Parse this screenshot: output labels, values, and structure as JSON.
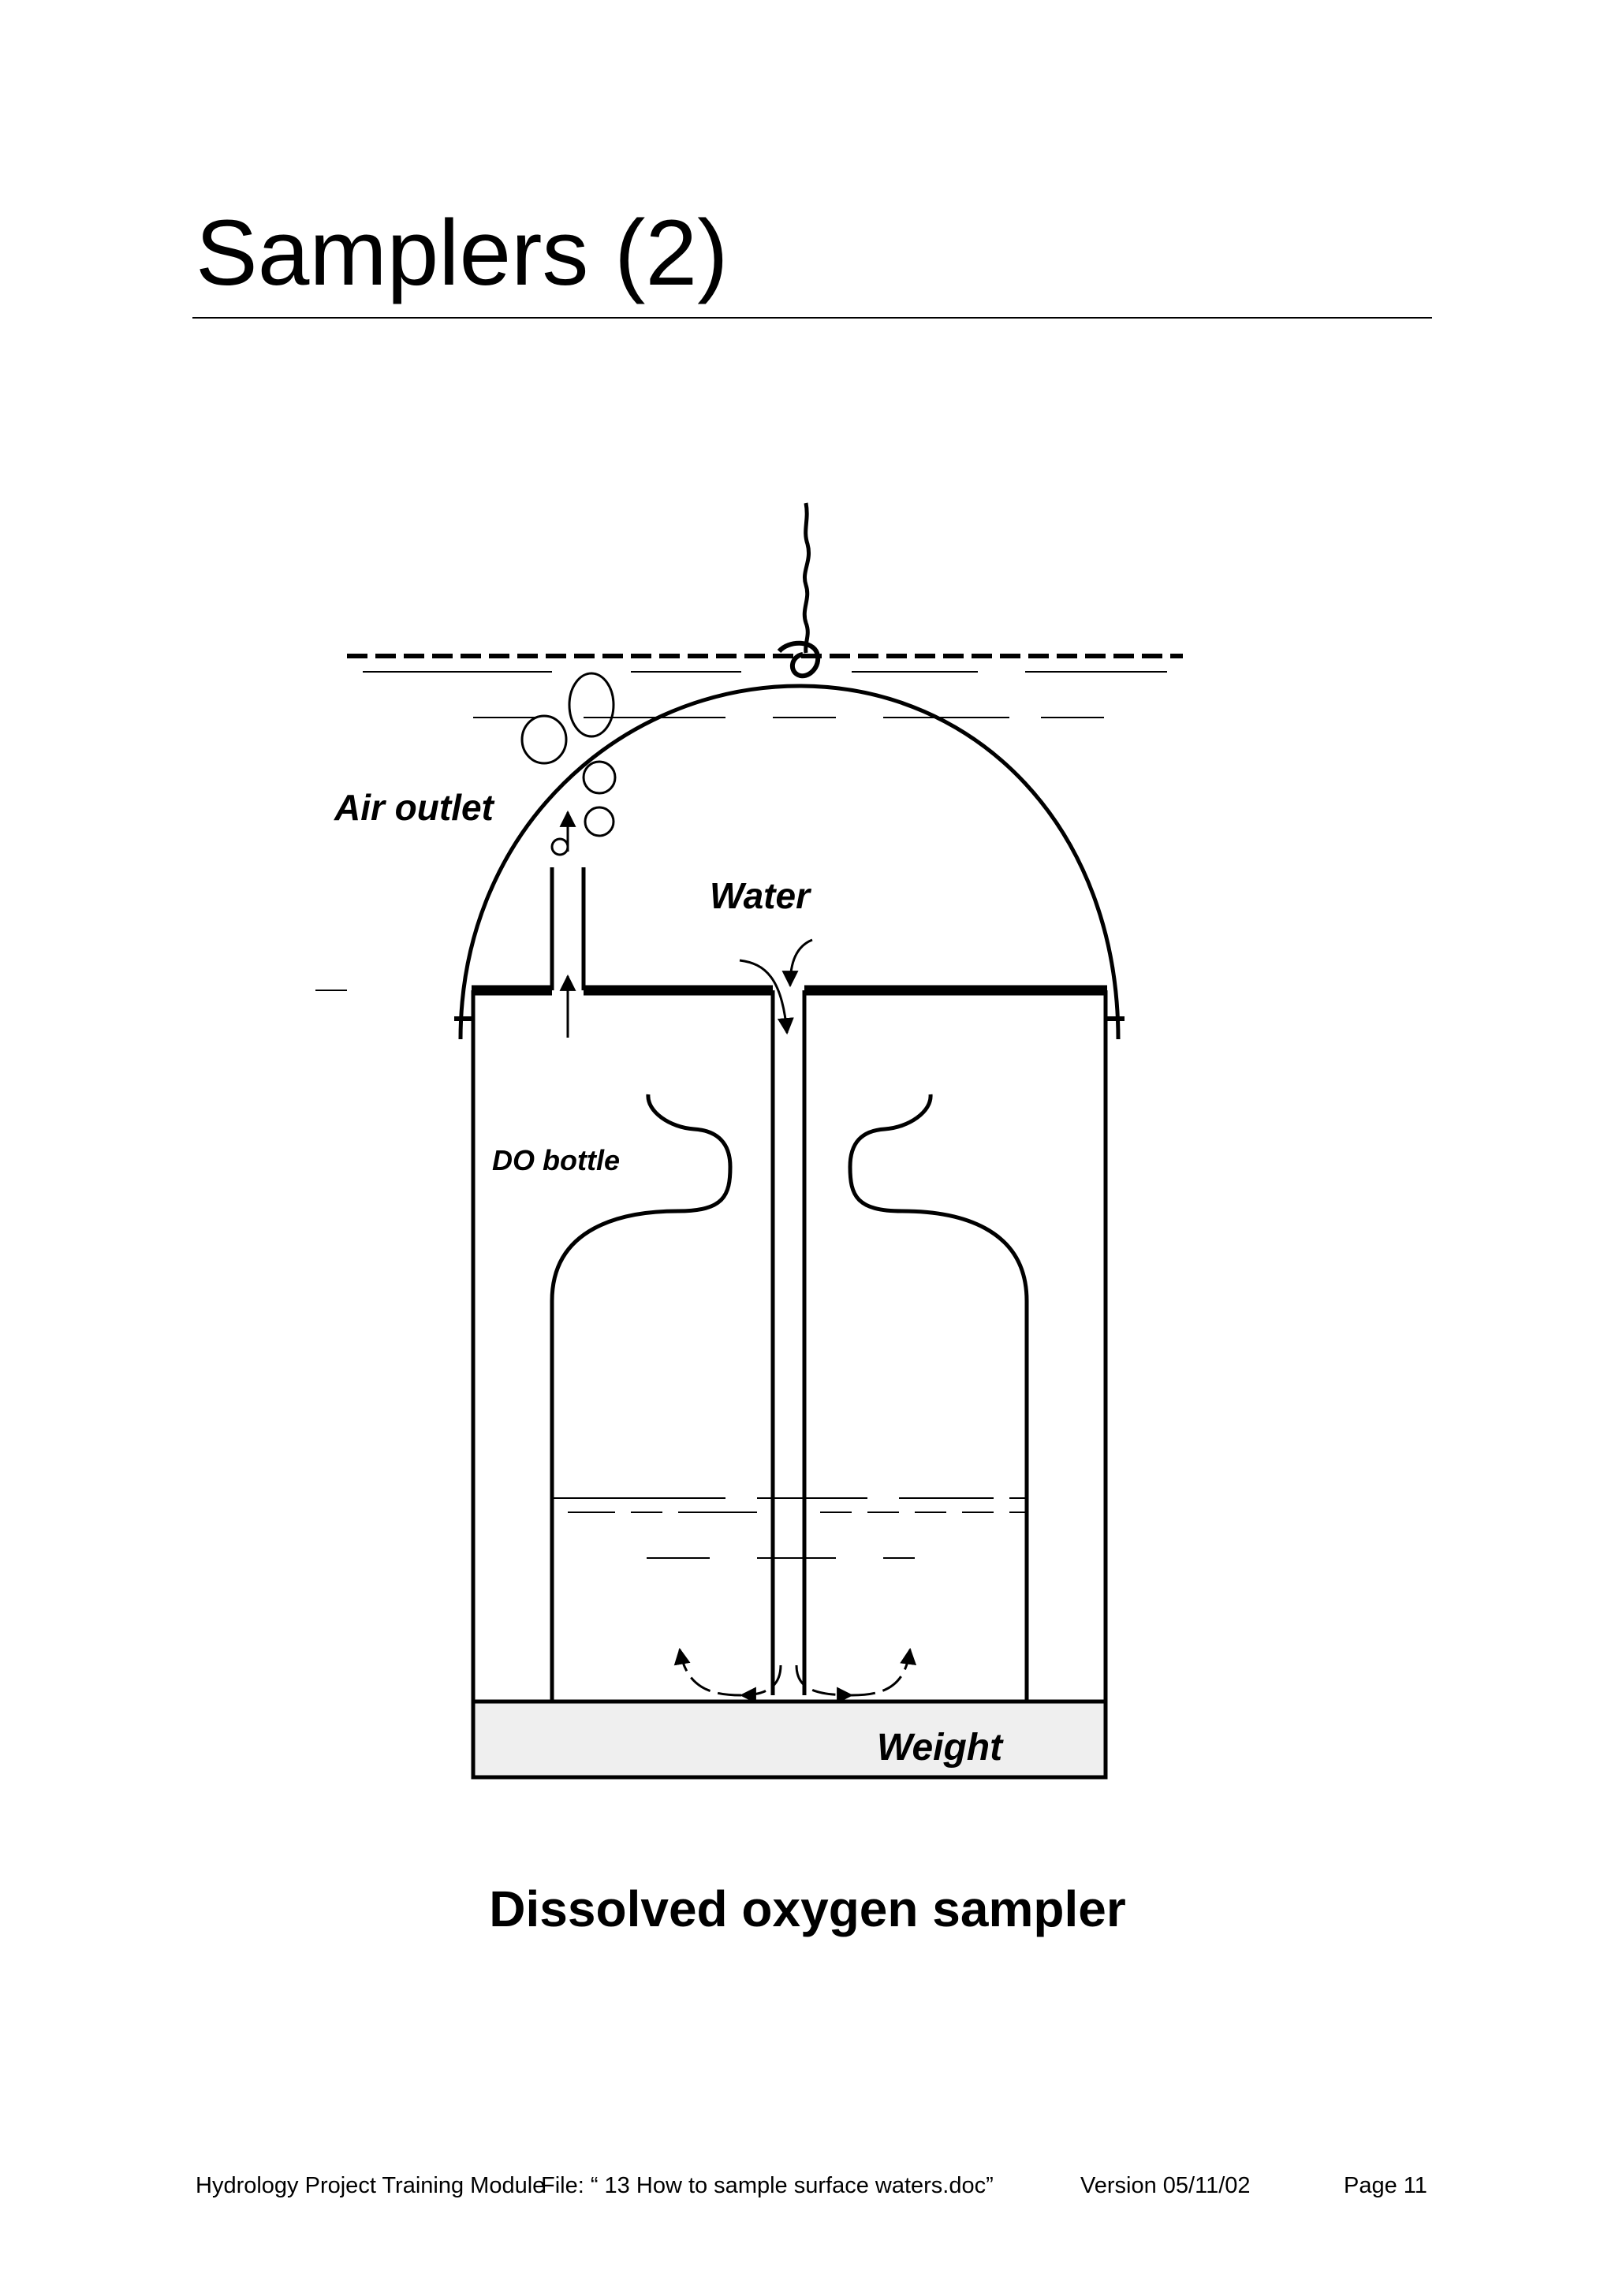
{
  "page": {
    "title": "Samplers (2)",
    "caption": "Dissolved oxygen sampler"
  },
  "diagram": {
    "labels": {
      "air_outlet": "Air outlet",
      "water": "Water",
      "do_bottle": "DO bottle",
      "weight": "Weight"
    }
  },
  "footer": {
    "module": "Hydrology Project Training Module",
    "file": "File: “ 13 How to sample surface waters.doc”",
    "version": "Version 05/11/02",
    "page": "Page 11"
  }
}
